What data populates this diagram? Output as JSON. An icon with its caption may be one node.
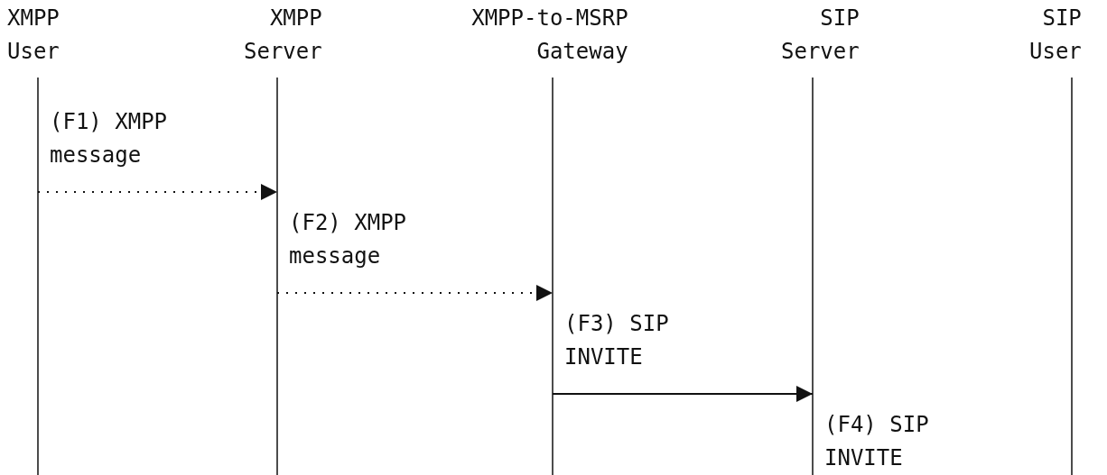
{
  "diagram": {
    "nodes": [
      {
        "text": [
          "XMPP User"
        ]
      },
      {
        "text": [
          "XMPP Server"
        ]
      },
      {
        "text": [
          "XMPP-to-MSRP Gateway"
        ]
      },
      {
        "text": [
          "SIP Server"
        ]
      },
      {
        "text": [
          "SIP User"
        ]
      }
    ],
    "edges": [
      {
        "from": 0,
        "to": 1,
        "arrow": "to",
        "label": "(F1) XMPP message",
        "style": "dashed"
      },
      {
        "from": 1,
        "to": 2,
        "arrow": "to",
        "label": "(F2) XMPP message",
        "style": "dashed"
      },
      {
        "from": 2,
        "to": 3,
        "arrow": "to",
        "label": "(F3) SIP INVITE"
      }
    ],
    "labels": [
      "(F4) SIP INVITE"
    ]
  }
}
